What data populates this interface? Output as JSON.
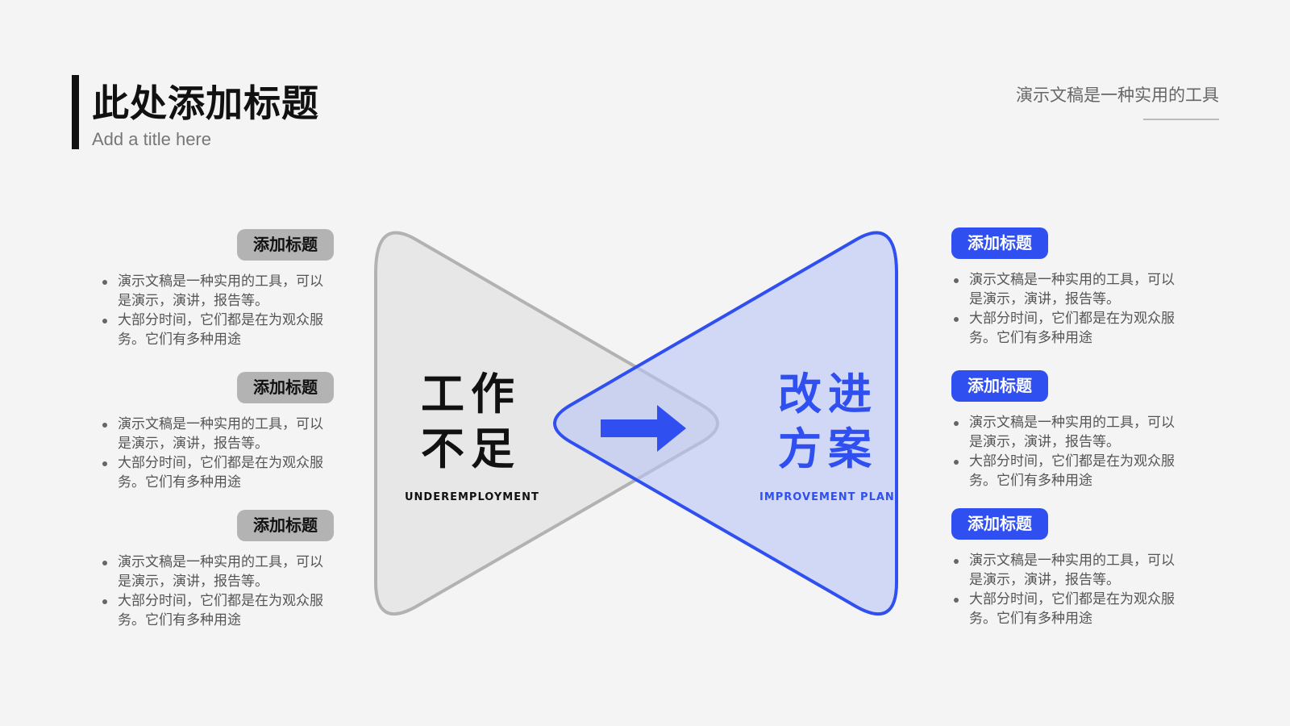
{
  "header": {
    "title": "此处添加标题",
    "subtitle": "Add a title here",
    "tagline": "演示文稿是一种实用的工具"
  },
  "center": {
    "left_cn_line1": "工作",
    "left_cn_line2": "不足",
    "left_en": "UNDEREMPLOYMENT",
    "right_cn_line1": "改进",
    "right_cn_line2": "方案",
    "right_en": "IMPROVEMENT PLAN"
  },
  "colors": {
    "accent": "#2f4ff0",
    "gray_pill": "#b3b3b3",
    "bg": "#f4f4f4"
  },
  "left_blocks": [
    {
      "title": "添加标题",
      "items": [
        "演示文稿是一种实用的工具，可以是演示，演讲，报告等。",
        "大部分时间，它们都是在为观众服务。它们有多种用途"
      ]
    },
    {
      "title": "添加标题",
      "items": [
        "演示文稿是一种实用的工具，可以是演示，演讲，报告等。",
        "大部分时间，它们都是在为观众服务。它们有多种用途"
      ]
    },
    {
      "title": "添加标题",
      "items": [
        "演示文稿是一种实用的工具，可以是演示，演讲，报告等。",
        "大部分时间，它们都是在为观众服务。它们有多种用途"
      ]
    }
  ],
  "right_blocks": [
    {
      "title": "添加标题",
      "items": [
        "演示文稿是一种实用的工具，可以是演示，演讲，报告等。",
        "大部分时间，它们都是在为观众服务。它们有多种用途"
      ]
    },
    {
      "title": "添加标题",
      "items": [
        "演示文稿是一种实用的工具，可以是演示，演讲，报告等。",
        "大部分时间，它们都是在为观众服务。它们有多种用途"
      ]
    },
    {
      "title": "添加标题",
      "items": [
        "演示文稿是一种实用的工具，可以是演示，演讲，报告等。",
        "大部分时间，它们都是在为观众服务。它们有多种用途"
      ]
    }
  ]
}
